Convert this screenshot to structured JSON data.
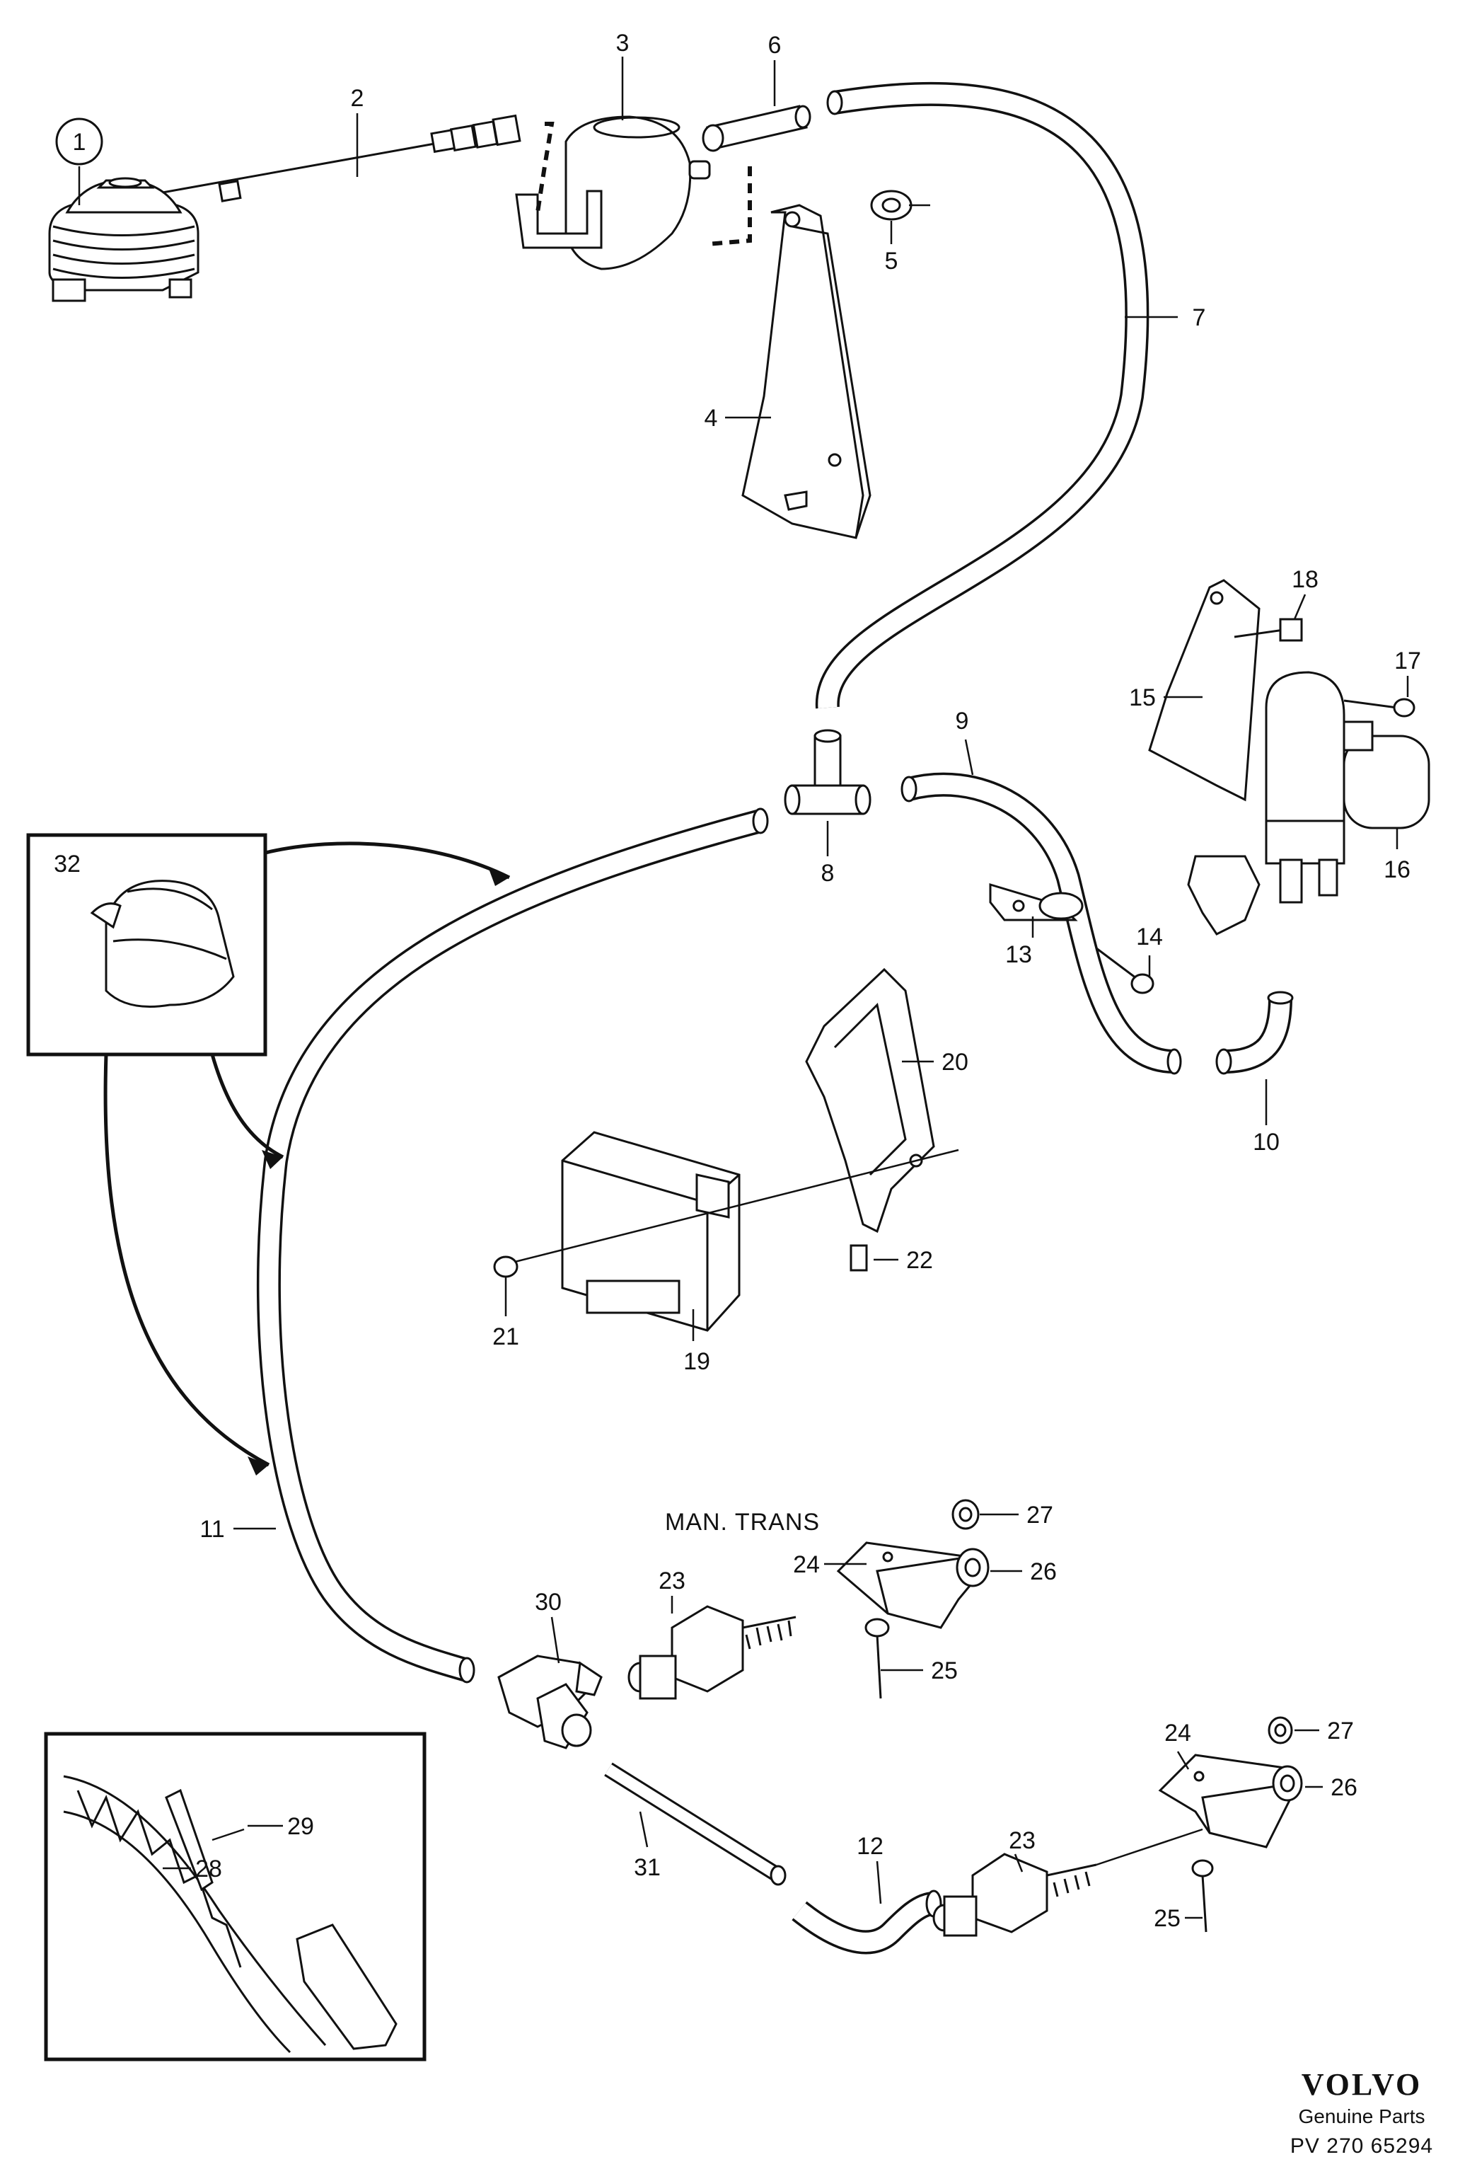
{
  "callouts": {
    "c1": "1",
    "c2": "2",
    "c3": "3",
    "c4": "4",
    "c5": "5",
    "c6": "6",
    "c7": "7",
    "c8": "8",
    "c9": "9",
    "c10": "10",
    "c11": "11",
    "c12": "12",
    "c13": "13",
    "c14": "14",
    "c15": "15",
    "c16": "16",
    "c17": "17",
    "c18": "18",
    "c19": "19",
    "c20": "20",
    "c21": "21",
    "c22": "22",
    "c23a": "23",
    "c23b": "23",
    "c24a": "24",
    "c24b": "24",
    "c25a": "25",
    "c25b": "25",
    "c26a": "26",
    "c26b": "26",
    "c27a": "27",
    "c27b": "27",
    "c28": "28",
    "c29": "29",
    "c30": "30",
    "c31": "31",
    "c32": "32"
  },
  "section_heading": "MAN. TRANS",
  "brand": {
    "name": "VOLVO",
    "tagline": "Genuine Parts",
    "reference": "PV 270 65294"
  }
}
